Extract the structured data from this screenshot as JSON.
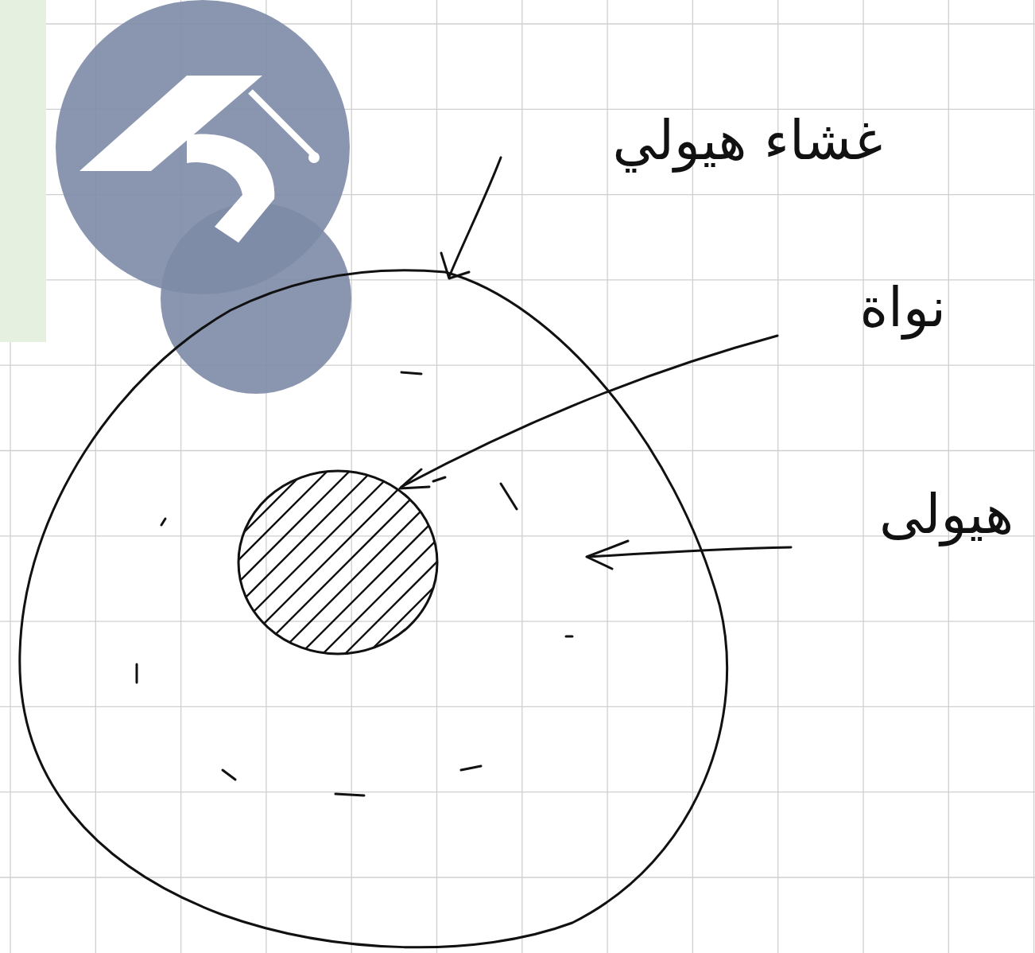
{
  "diagram": {
    "labels": [
      "غشاء هيولي",
      "نواة",
      "هيولى"
    ]
  }
}
